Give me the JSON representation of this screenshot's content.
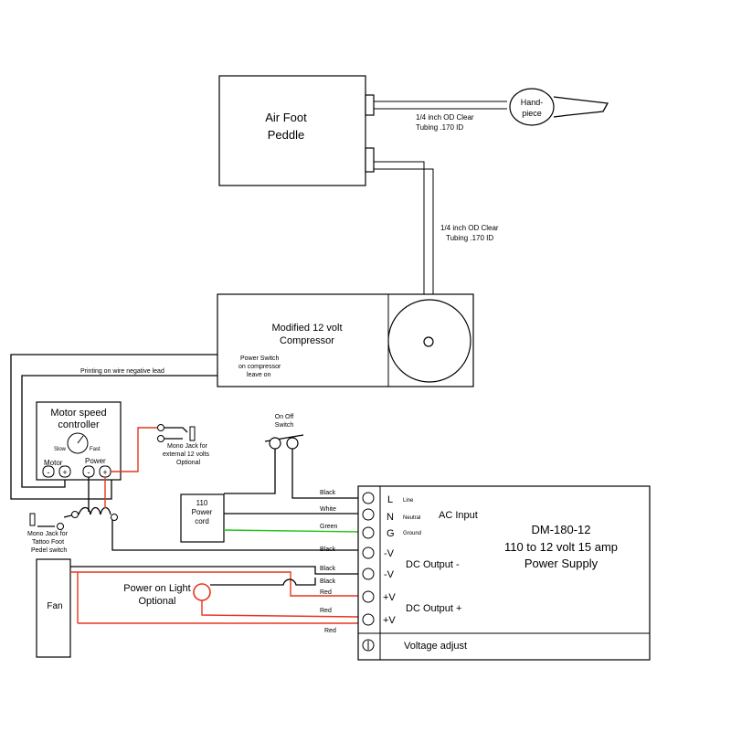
{
  "diagram": {
    "air_foot_pedal": [
      "Air Foot",
      "Peddle"
    ],
    "handpiece": [
      "Hand-",
      "piece"
    ],
    "tubing_top": [
      "1/4 inch OD Clear",
      "Tubing .170 ID"
    ],
    "tubing_side": [
      "1/4 inch OD Clear",
      "Tubing .170 ID"
    ],
    "compressor": [
      "Modified 12 volt",
      "Compressor"
    ],
    "compressor_switch": [
      "Power Switch",
      "on compressor",
      "leave on"
    ],
    "printing_note": "Printing on wire negative lead",
    "motor_controller": {
      "title": [
        "Motor speed",
        "controller"
      ],
      "slow": "Slow",
      "fast": "Fast",
      "motor": "Motor",
      "power": "Power",
      "minus": "-",
      "plus": "+"
    },
    "mono_jack_external": [
      "Mono Jack for",
      "external 12 volts",
      "Optional"
    ],
    "mono_jack_tattoo": [
      "Mono Jack for",
      "Tattoo Foot",
      "Pedel switch"
    ],
    "on_off_switch": [
      "On Off",
      "Switch"
    ],
    "power_cord": [
      "110",
      "Power",
      "cord"
    ],
    "fan": "Fan",
    "power_light": [
      "Power on Light",
      "Optional"
    ],
    "wire_labels": {
      "black1": "Black",
      "white": "White",
      "green": "Green",
      "black2": "Black",
      "black3": "Black",
      "black4": "Black",
      "red1": "Red",
      "red2": "Red",
      "red3": "Red"
    },
    "psu": {
      "model": "DM-180-12",
      "desc": "110 to 12 volt 15 amp",
      "name": "Power Supply",
      "terminals": [
        {
          "sym": "L",
          "sub": "Line"
        },
        {
          "sym": "N",
          "sub": "Neutral"
        },
        {
          "sym": "G",
          "sub": "Ground"
        },
        {
          "sym": "-V",
          "sub": ""
        },
        {
          "sym": "-V",
          "sub": ""
        },
        {
          "sym": "+V",
          "sub": ""
        },
        {
          "sym": "+V",
          "sub": ""
        }
      ],
      "ac_input": "AC Input",
      "dc_output_minus": "DC Output -",
      "dc_output_plus": "DC Output +",
      "voltage_adjust": "Voltage adjust"
    },
    "colors": {
      "red_wire": "#e8351c",
      "green_wire": "#22c41a",
      "line": "#000000"
    }
  }
}
